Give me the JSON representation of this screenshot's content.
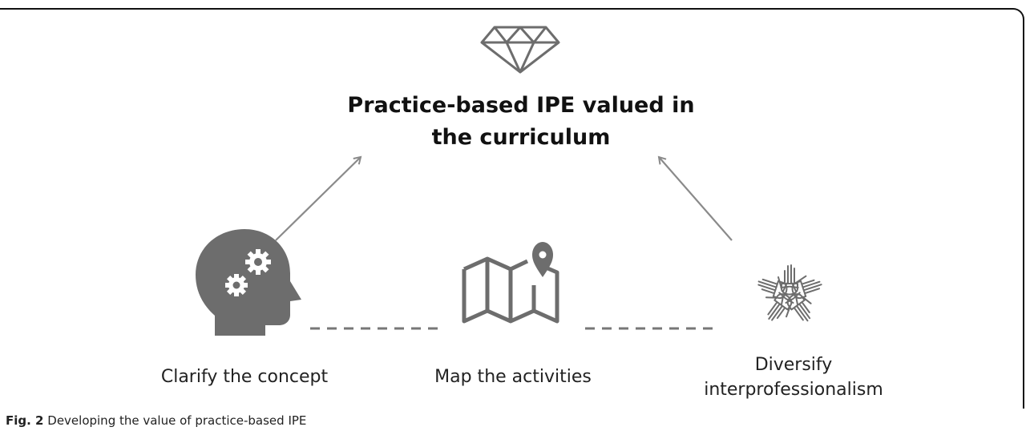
{
  "diagram": {
    "title_line1": "Practice-based IPE valued in",
    "title_line2": "the curriculum",
    "nodes": [
      {
        "label_line1": "Clarify the concept",
        "label_line2": "",
        "icon": "head-gears-icon"
      },
      {
        "label_line1": "Map the activities",
        "label_line2": "",
        "icon": "map-pin-icon"
      },
      {
        "label_line1": "Diversify",
        "label_line2": "interprofessionalism",
        "icon": "hands-circle-icon"
      }
    ],
    "top_icon": "diamond-icon"
  },
  "caption": {
    "fig_label": "Fig. 2",
    "text": "Developing the value of practice-based IPE"
  },
  "colors": {
    "icon": "#6d6d6d",
    "arrow": "#8a8a8a",
    "frame": "#111111"
  }
}
